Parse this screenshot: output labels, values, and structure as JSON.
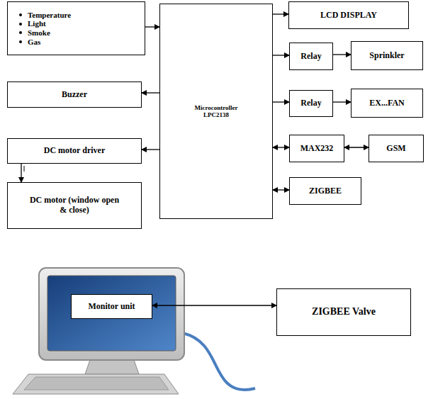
{
  "diagram": {
    "nodes": [
      {
        "text": [
          "Temperature",
          "Light",
          "Smoke",
          "Gas"
        ]
      },
      {
        "text": [
          "Microcontroller LPC2138"
        ]
      },
      {
        "text": [
          "LCD DISPLAY"
        ]
      },
      {
        "text": [
          "Relay"
        ]
      },
      {
        "text": [
          "Sprinkler"
        ]
      },
      {
        "text": [
          "Relay"
        ]
      },
      {
        "text": [
          "EX...FAN"
        ]
      },
      {
        "text": [
          "MAX232"
        ]
      },
      {
        "text": [
          "GSM"
        ]
      },
      {
        "text": [
          "ZIGBEE"
        ]
      },
      {
        "text": [
          "Buzzer"
        ]
      },
      {
        "text": [
          "DC motor driver"
        ]
      },
      {
        "text": [
          "DC motor (window open & close)"
        ]
      },
      {
        "text": [
          "Monitor unit"
        ]
      },
      {
        "text": [
          "ZIGBEE Valve"
        ]
      }
    ],
    "edges": [
      {
        "from": 0,
        "to": 1,
        "arrow": "to"
      },
      {
        "from": 1,
        "to": 2,
        "arrow": "to"
      },
      {
        "from": 1,
        "to": 3,
        "arrow": "to"
      },
      {
        "from": 3,
        "to": 4,
        "arrow": "to"
      },
      {
        "from": 1,
        "to": 5,
        "arrow": "to"
      },
      {
        "from": 5,
        "to": 6,
        "arrow": "to"
      },
      {
        "from": 1,
        "to": 7,
        "arrow": "both"
      },
      {
        "from": 7,
        "to": 8,
        "arrow": "both"
      },
      {
        "from": 1,
        "to": 9,
        "arrow": "both"
      },
      {
        "from": 1,
        "to": 10,
        "arrow": "to"
      },
      {
        "from": 1,
        "to": 11,
        "arrow": "to"
      },
      {
        "from": 11,
        "to": 12,
        "arrow": "to"
      },
      {
        "from": 13,
        "to": 14,
        "arrow": "both"
      }
    ]
  }
}
